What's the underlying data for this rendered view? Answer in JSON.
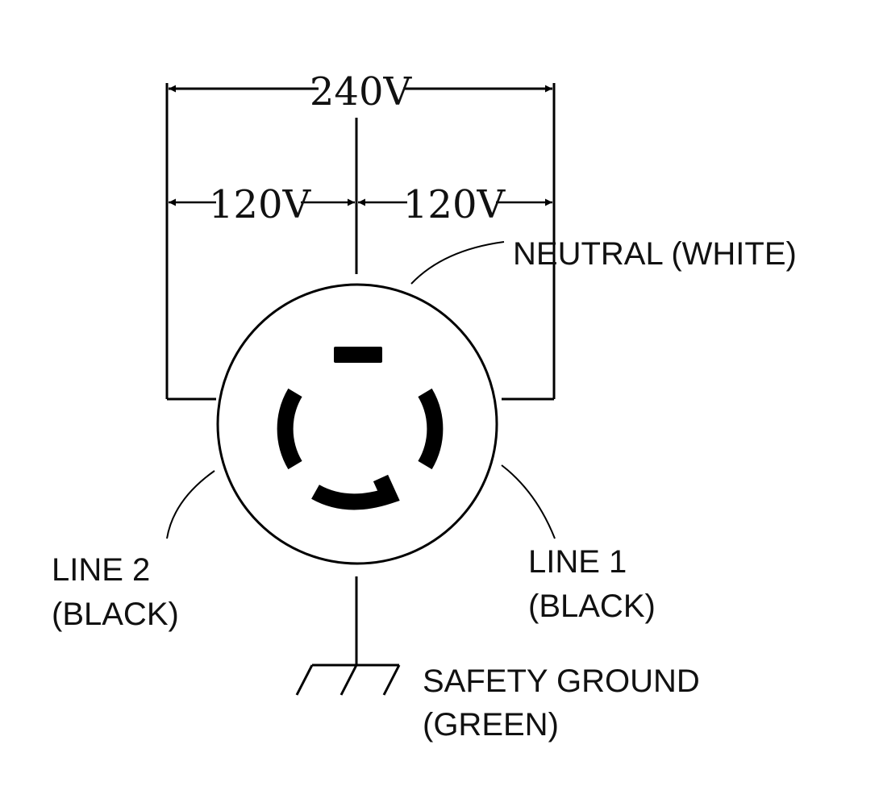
{
  "colors": {
    "ink": "#000000",
    "text": "#111111",
    "background": "#ffffff"
  },
  "voltages": {
    "total": "240V",
    "left_half": "120V",
    "right_half": "120V"
  },
  "labels": {
    "neutral": "NEUTRAL (WHITE)",
    "line2_name": "LINE 2",
    "line2_color": "(BLACK)",
    "line1_name": "LINE 1",
    "line1_color": "(BLACK)",
    "ground_name": "SAFETY GROUND",
    "ground_color": "(GREEN)"
  }
}
